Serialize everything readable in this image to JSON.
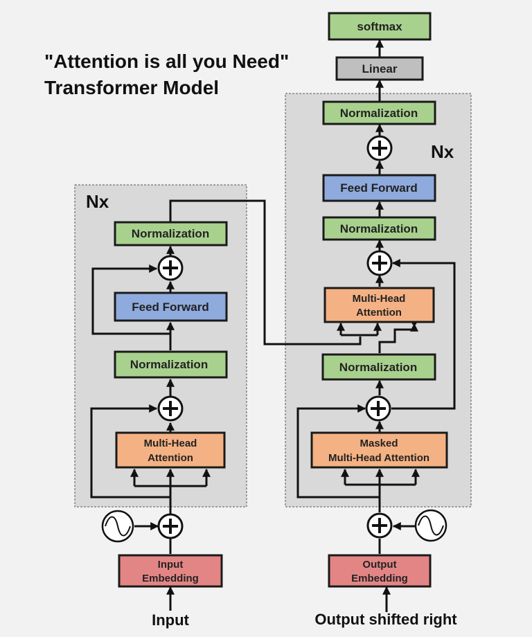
{
  "title": {
    "line1": "\"Attention is all you Need\"",
    "line2": "Transformer Model"
  },
  "encoder": {
    "repeat_label": "Nx",
    "blocks": {
      "norm_top": "Normalization",
      "feed_forward": "Feed Forward",
      "norm_bottom": "Normalization",
      "mha_line1": "Multi-Head",
      "mha_line2": "Attention"
    },
    "embedding_line1": "Input",
    "embedding_line2": "Embedding",
    "input_label": "Input"
  },
  "decoder": {
    "repeat_label": "Nx",
    "blocks": {
      "norm_top": "Normalization",
      "feed_forward": "Feed Forward",
      "norm_middle": "Normalization",
      "mha_line1": "Multi-Head",
      "mha_line2": "Attention",
      "norm_bottom": "Normalization",
      "masked_line1": "Masked",
      "masked_line2": "Multi-Head Attention"
    },
    "embedding_line1": "Output",
    "embedding_line2": "Embedding",
    "output_label": "Output shifted right"
  },
  "head": {
    "linear": "Linear",
    "softmax": "softmax"
  },
  "colors": {
    "background": "#f2f2f2",
    "stack_fill": "#d9d9d9",
    "normalization": "#a9d18e",
    "feed_forward": "#8faadc",
    "attention": "#f4b183",
    "embedding": "#e48585",
    "linear": "#bfbfbf",
    "softmax": "#a9d18e"
  },
  "icons": {
    "add": "plus-circle-icon",
    "positional_encoding": "sine-wave-icon"
  }
}
